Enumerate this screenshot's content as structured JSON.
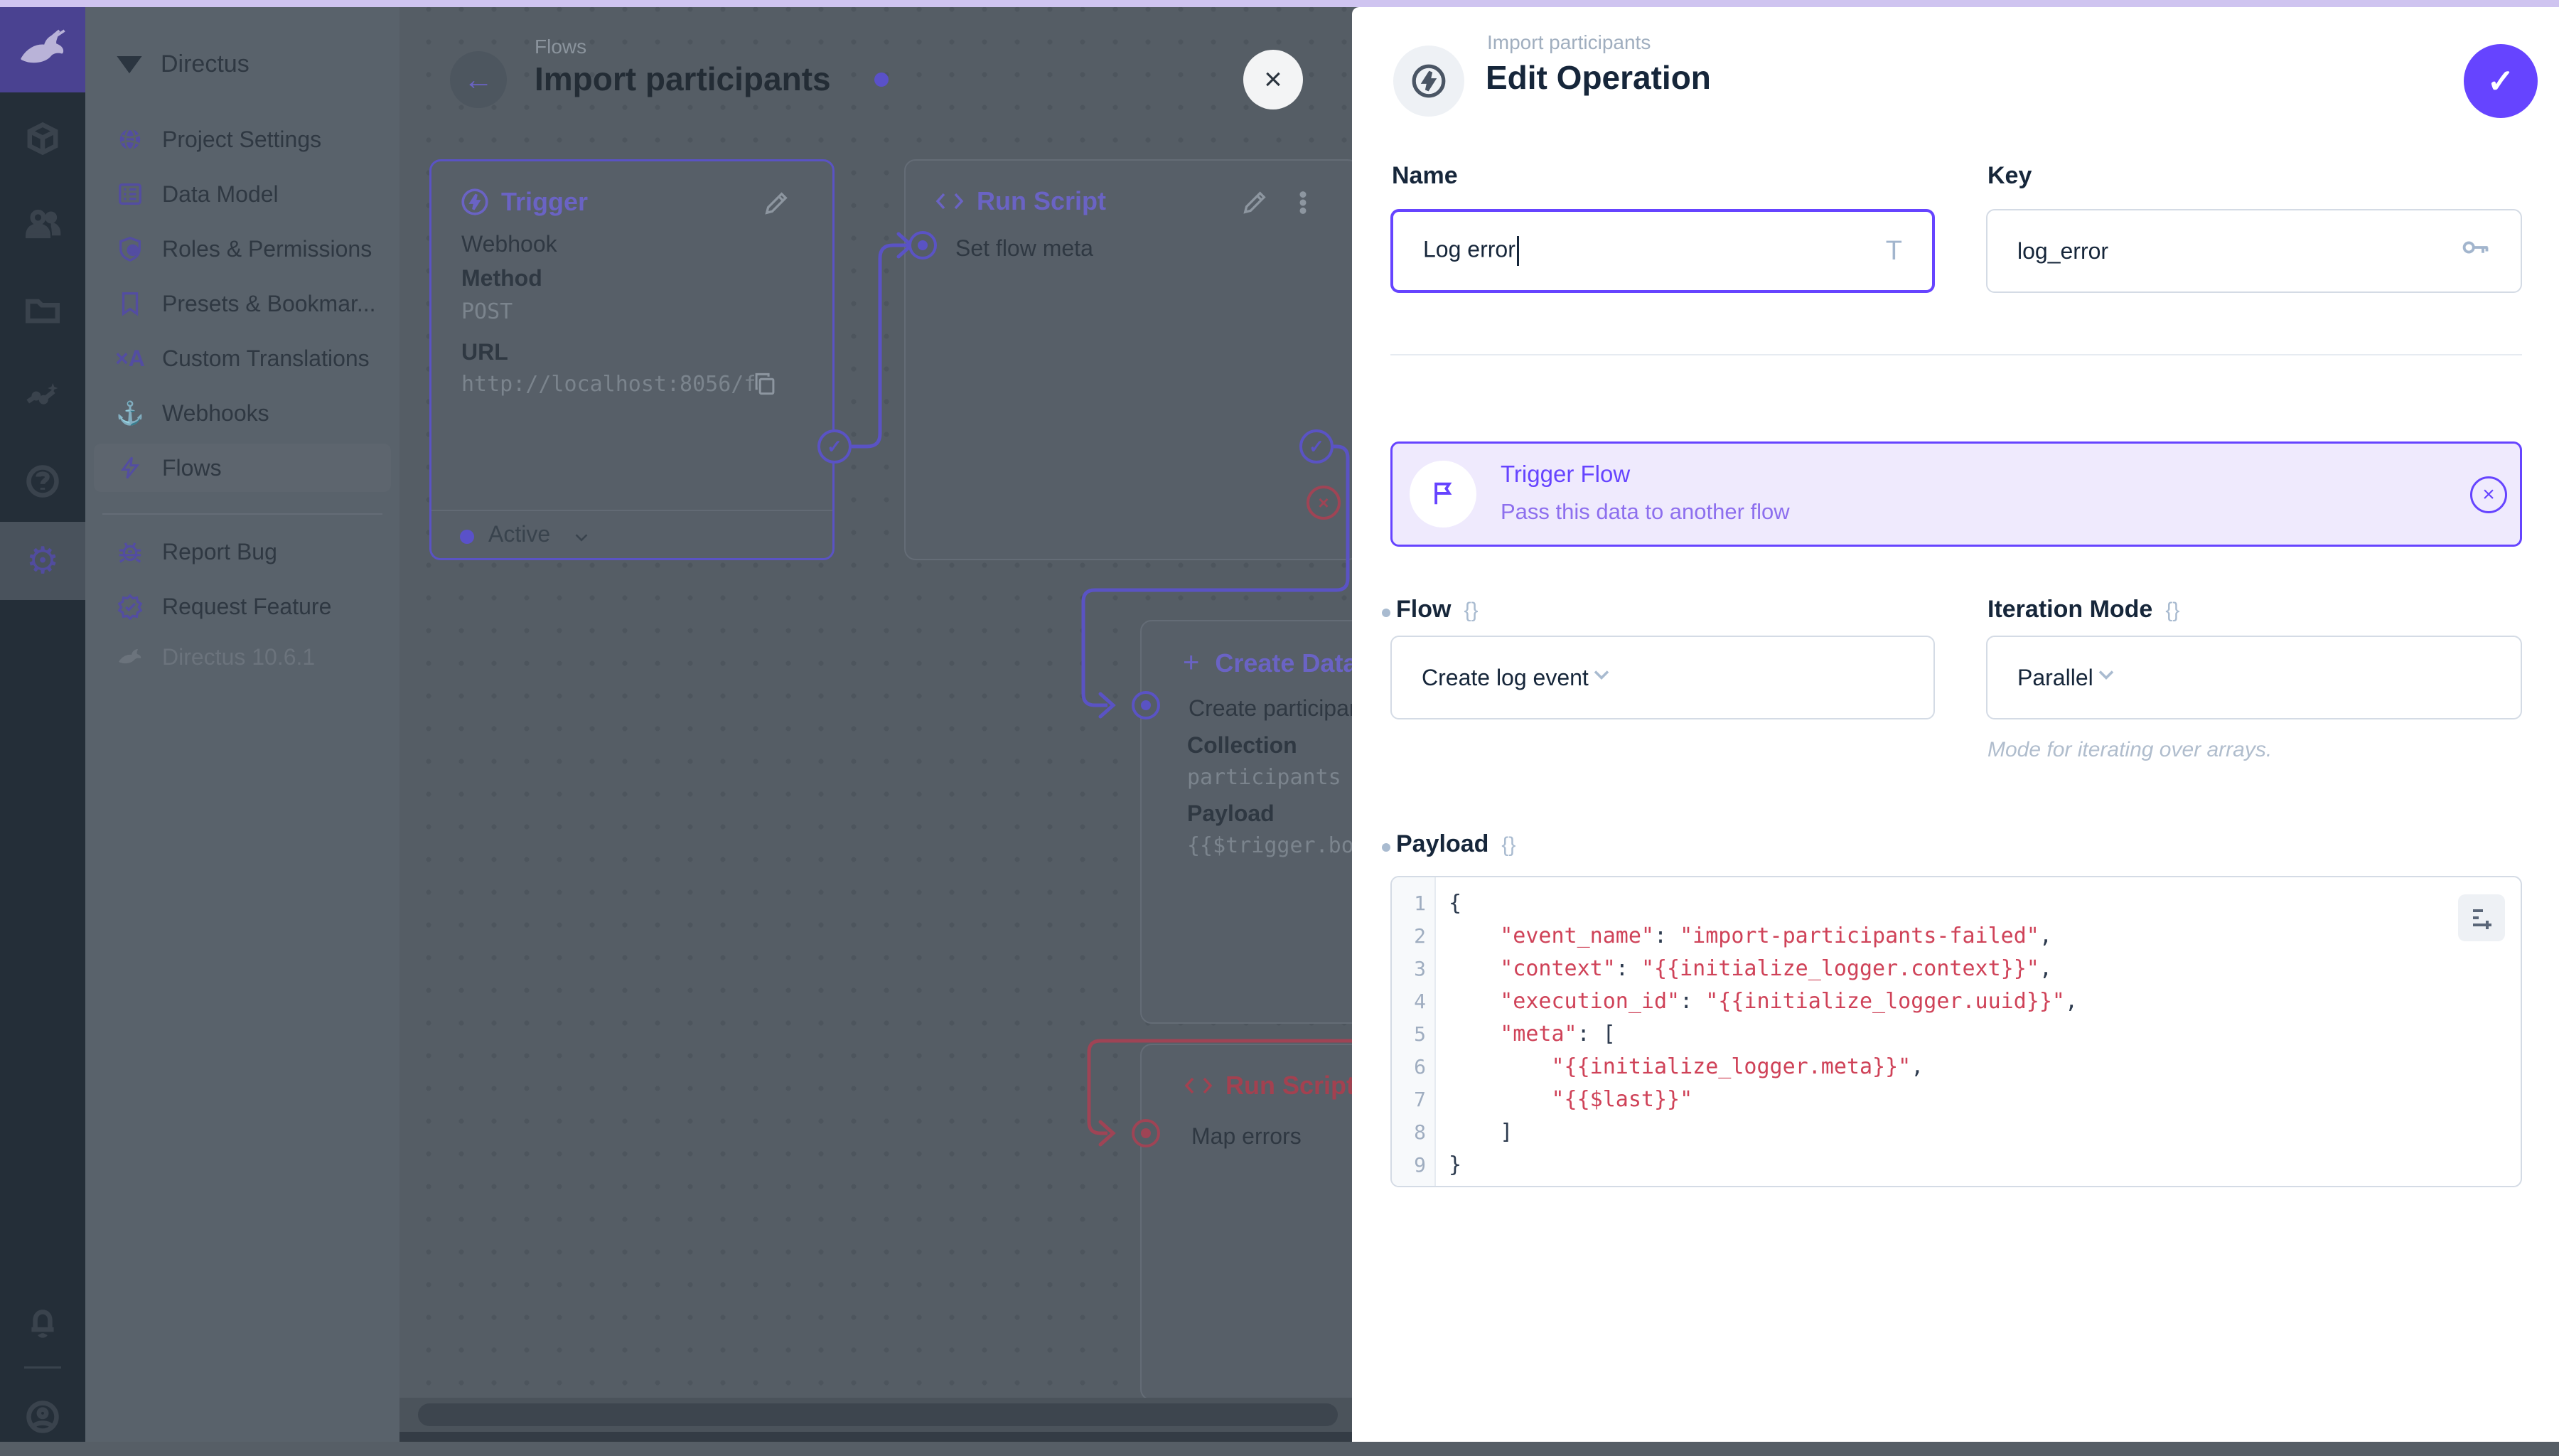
{
  "accent": "#6644ff",
  "module_bar": {
    "modules": [
      {
        "icon": "cube-icon"
      },
      {
        "icon": "users-icon"
      },
      {
        "icon": "folder-icon"
      },
      {
        "icon": "insights-icon"
      },
      {
        "icon": "help-icon"
      }
    ],
    "settings_icon": "gear-icon",
    "bottom": [
      {
        "icon": "bell-icon"
      },
      {
        "icon": "user-circle-icon"
      }
    ]
  },
  "nav": {
    "project": "Directus",
    "items": [
      {
        "label": "Project Settings"
      },
      {
        "label": "Data Model"
      },
      {
        "label": "Roles & Permissions"
      },
      {
        "label": "Presets & Bookmar..."
      },
      {
        "label": "Custom Translations"
      },
      {
        "label": "Webhooks"
      },
      {
        "label": "Flows"
      }
    ],
    "footer_items": [
      {
        "label": "Report Bug"
      },
      {
        "label": "Request Feature"
      }
    ],
    "version": "Directus 10.6.1"
  },
  "canvas": {
    "breadcrumb": "Flows",
    "title": "Import participants",
    "trigger_panel": {
      "title": "Trigger",
      "type": "Webhook",
      "method_label": "Method",
      "method_value": "POST",
      "url_label": "URL",
      "url_value": "http://localhost:8056/f…",
      "status": "Active"
    },
    "run_script_1": {
      "title": "Run Script",
      "name": "Set flow meta"
    },
    "create_data": {
      "title": "Create Data",
      "name": "Create participant",
      "collection_label": "Collection",
      "collection_value": "participants",
      "payload_label": "Payload",
      "payload_value": "{{$trigger.bod"
    },
    "run_script_2": {
      "title": "Run Script",
      "name": "Map errors"
    }
  },
  "drawer": {
    "breadcrumb": "Import participants",
    "title": "Edit Operation",
    "name_field": {
      "label": "Name",
      "value": "Log error"
    },
    "key_field": {
      "label": "Key",
      "value": "log_error"
    },
    "trigger_flow_card": {
      "title": "Trigger Flow",
      "subtitle": "Pass this data to another flow"
    },
    "flow_field": {
      "label": "Flow",
      "value": "Create log event"
    },
    "iteration_field": {
      "label": "Iteration Mode",
      "value": "Parallel",
      "note": "Mode for iterating over arrays."
    },
    "payload": {
      "label": "Payload",
      "line_numbers": [
        "1",
        "2",
        "3",
        "4",
        "5",
        "6",
        "7",
        "8",
        "9"
      ],
      "lines": [
        "{",
        "    \"event_name\": \"import-participants-failed\",",
        "    \"context\": \"{{initialize_logger.context}}\",",
        "    \"execution_id\": \"{{initialize_logger.uuid}}\",",
        "    \"meta\": [",
        "        \"{{initialize_logger.meta}}\",",
        "        \"{{$last}}\"",
        "    ]",
        "}"
      ]
    }
  },
  "glyphs": {
    "back": "←",
    "close": "×",
    "check": "✓",
    "kebab_code": "<>",
    "plus": "+",
    "braces": "{}",
    "t_icon": "T",
    "gear": "⚙",
    "anchor": "⚓",
    "bolt": "⚡",
    "question": "?",
    "translate": "×A",
    "dismiss": "×"
  }
}
